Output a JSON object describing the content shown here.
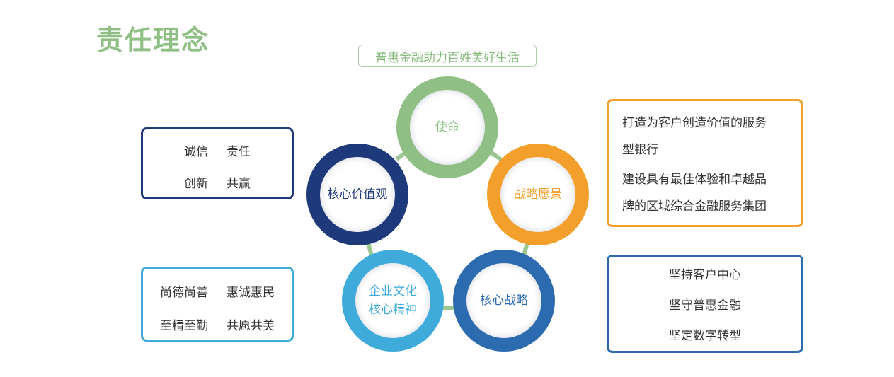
{
  "title": "责任理念",
  "slogan": "普惠金融助力百姓美好生活",
  "circles": {
    "mission": "使命",
    "values": "核心价值观",
    "vision": "战略愿景",
    "culture_1": "企业文化",
    "culture_2": "核心精神",
    "strategy": "核心战略"
  },
  "values_box": {
    "items": [
      "诚信",
      "责任",
      "创新",
      "共赢"
    ]
  },
  "culture_box": {
    "items": [
      "尚德尚善",
      "惠诚惠民",
      "至精至勤",
      "共愿共美"
    ]
  },
  "vision_box": {
    "lines": [
      "打造为客户创造价值的服务",
      "型银行",
      "建设具有最佳体验和卓越品",
      "牌的区域综合金融服务集团"
    ]
  },
  "strategy_box": {
    "lines": [
      "坚持客户中心",
      "坚守普惠金融",
      "坚定数字转型"
    ]
  },
  "colors": {
    "green": "#8fbf85",
    "navy": "#1f3a7a",
    "orange": "#f29f2b",
    "lightblue": "#3eabdb",
    "blue": "#2d6bb0"
  }
}
